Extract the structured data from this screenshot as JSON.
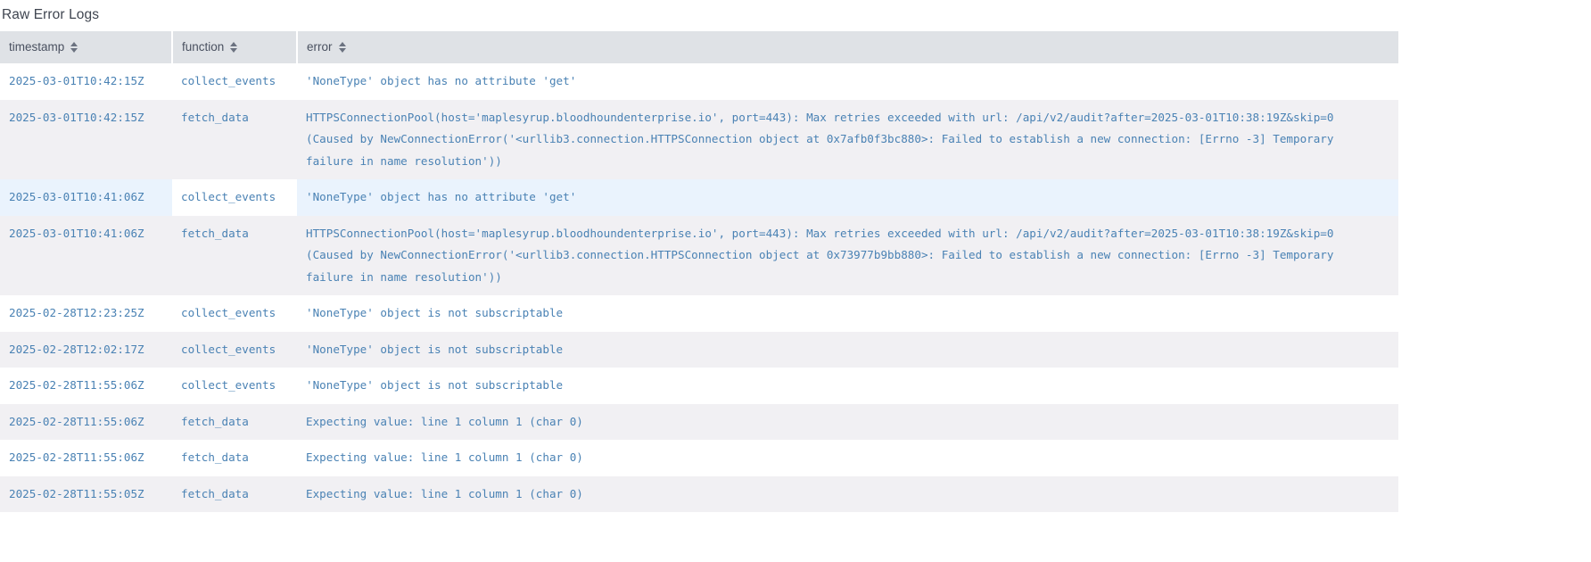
{
  "panel": {
    "title": "Raw Error Logs"
  },
  "table": {
    "columns": [
      {
        "key": "timestamp",
        "label": "timestamp",
        "sort_icon": "sort-updown-icon"
      },
      {
        "key": "function",
        "label": "function",
        "sort_icon": "sort-updown-icon"
      },
      {
        "key": "error",
        "label": "error",
        "sort_icon": "sort-updown-icon"
      }
    ],
    "rows": [
      {
        "timestamp": "2025-03-01T10:42:15Z",
        "function": "collect_events",
        "error": "'NoneType' object has no attribute 'get'"
      },
      {
        "timestamp": "2025-03-01T10:42:15Z",
        "function": "fetch_data",
        "error": "HTTPSConnectionPool(host='maplesyrup.bloodhoundenterprise.io', port=443): Max retries exceeded with url: /api/v2/audit?after=2025-03-01T10:38:19Z&skip=0 (Caused by NewConnectionError('<urllib3.connection.HTTPSConnection object at 0x7afb0f3bc880>: Failed to establish a new connection: [Errno -3] Temporary failure in name resolution'))"
      },
      {
        "timestamp": "2025-03-01T10:41:06Z",
        "function": "collect_events",
        "error": "'NoneType' object has no attribute 'get'"
      },
      {
        "timestamp": "2025-03-01T10:41:06Z",
        "function": "fetch_data",
        "error": "HTTPSConnectionPool(host='maplesyrup.bloodhoundenterprise.io', port=443): Max retries exceeded with url: /api/v2/audit?after=2025-03-01T10:38:19Z&skip=0 (Caused by NewConnectionError('<urllib3.connection.HTTPSConnection object at 0x73977b9bb880>: Failed to establish a new connection: [Errno -3] Temporary failure in name resolution'))"
      },
      {
        "timestamp": "2025-02-28T12:23:25Z",
        "function": "collect_events",
        "error": "'NoneType' object is not subscriptable"
      },
      {
        "timestamp": "2025-02-28T12:02:17Z",
        "function": "collect_events",
        "error": "'NoneType' object is not subscriptable"
      },
      {
        "timestamp": "2025-02-28T11:55:06Z",
        "function": "collect_events",
        "error": "'NoneType' object is not subscriptable"
      },
      {
        "timestamp": "2025-02-28T11:55:06Z",
        "function": "fetch_data",
        "error": "Expecting value: line 1 column 1 (char 0)"
      },
      {
        "timestamp": "2025-02-28T11:55:06Z",
        "function": "fetch_data",
        "error": "Expecting value: line 1 column 1 (char 0)"
      },
      {
        "timestamp": "2025-02-28T11:55:05Z",
        "function": "fetch_data",
        "error": "Expecting value: line 1 column 1 (char 0)"
      }
    ],
    "highlighted_row_index": 2,
    "highlighted_cell_key": "function"
  },
  "colors": {
    "header_bg": "#dfe2e6",
    "header_text": "#4a5160",
    "row_alt_bg": "#f1f0f3",
    "row_bg": "#ffffff",
    "row_highlight_bg": "#eaf3fd",
    "cell_text": "#4a82b4",
    "title_text": "#3f4550"
  }
}
